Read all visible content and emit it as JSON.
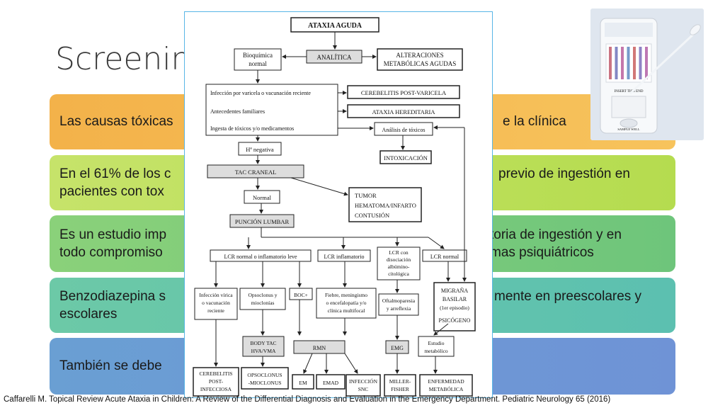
{
  "slide": {
    "title": "Screening",
    "bands": [
      {
        "left": "Las causas tóxicas",
        "right": "e la clínica"
      },
      {
        "left_lines": [
          "En el 61% de los c",
          "pacientes con tox"
        ],
        "right_lines": [
          "previo de ingestión en",
          ""
        ]
      },
      {
        "left_lines": [
          "Es un estudio imp",
          "todo compromiso"
        ],
        "right_lines": [
          "toria de ingestión y en",
          "mas psiquiátricos"
        ]
      },
      {
        "left_lines": [
          "Benzodiazepina s",
          "escolares"
        ],
        "right_lines": [
          "mente en preescolares y",
          ""
        ]
      },
      {
        "left": "También se debe"
      }
    ],
    "citation": "Caffarelli M. Topical Review Acute Ataxia in Children: A Review of the Differential Diagnosis and Evaluation in the Emergency Department. Pediatric Neurology 65 (2016)"
  },
  "flowchart": {
    "top": "ATAXIA AGUDA",
    "analitica": "ANALÍTICA",
    "bioquimica": [
      "Bioquímica",
      "normal"
    ],
    "alteraciones": [
      "ALTERACIONES",
      "METABÓLICAS AGUDAS"
    ],
    "infeccion": "Infección por varicela o vacunación reciente",
    "antecedentes": "Antecedentes familiares",
    "ingesta": "Ingesta de tóxicos y/o medicamentos",
    "cerebelitis_post_varicela": "CEREBELITIS POST-VARICELA",
    "ataxia_hereditaria": "ATAXIA HEREDITARIA",
    "analisis_toxicos": "Análisis de tóxicos",
    "intoxicacion": "INTOXICACIÓN",
    "h_negativa": "Hª negativa",
    "tac": "TAC CRANEAL",
    "normal": "Normal",
    "tumor_lines": [
      "TUMOR",
      "HEMATOMA/INFARTO",
      "CONTUSIÓN"
    ],
    "puncion": "PUNCIÓN LUMBAR",
    "lcr1": "LCR normal o inflamatorio leve",
    "lcr2": "LCR inflamatorio",
    "lcr3": [
      "LCR con",
      "disociación",
      "albúmino-",
      "citológica"
    ],
    "lcr4": "LCR normal",
    "inf_viral": [
      "Infección vírica",
      "o vacunación",
      "reciente"
    ],
    "opsoclonus": [
      "Opsoclonus y",
      "mioclonías"
    ],
    "boc": "BOC+",
    "fiebre": [
      "Fiebre, meningismo",
      "o encefalopatía y/o",
      "clínica multifocal"
    ],
    "oftalmo": [
      "Oftalmoparesia",
      "y arreflexia"
    ],
    "migrana": [
      "MIGRAÑA",
      "BASILAR",
      "(1er episodio)",
      "PSICÓGENO"
    ],
    "body_tac": [
      "BODY TAC",
      "HVA/VMA"
    ],
    "rmn": "RMN",
    "emg": "EMG",
    "estudio": [
      "Estudio",
      "metabólico"
    ],
    "out_cerebelitis": [
      "CEREBELITIS",
      "POST-",
      "INFECCIOSA"
    ],
    "out_opso": [
      "OPSOCLONUS",
      "-MIOCLONUS"
    ],
    "out_em": "EM",
    "out_emad": "EMAD",
    "out_infeccion": [
      "INFECCIÓN",
      "SNC"
    ],
    "out_miller": [
      "MILLER-",
      "FISHER"
    ],
    "out_enfermedad": [
      "ENFERMEDAD",
      "METABÓLICA"
    ]
  },
  "photo": {
    "device_label": "INSERT THIS END",
    "well_label": "SAMPLE WELL",
    "strip_colors": [
      "#b8455a",
      "#5a5fb0",
      "#b04a8f",
      "#4a78b8",
      "#c24a4a",
      "#6a5ab0",
      "#a84a9a"
    ]
  }
}
